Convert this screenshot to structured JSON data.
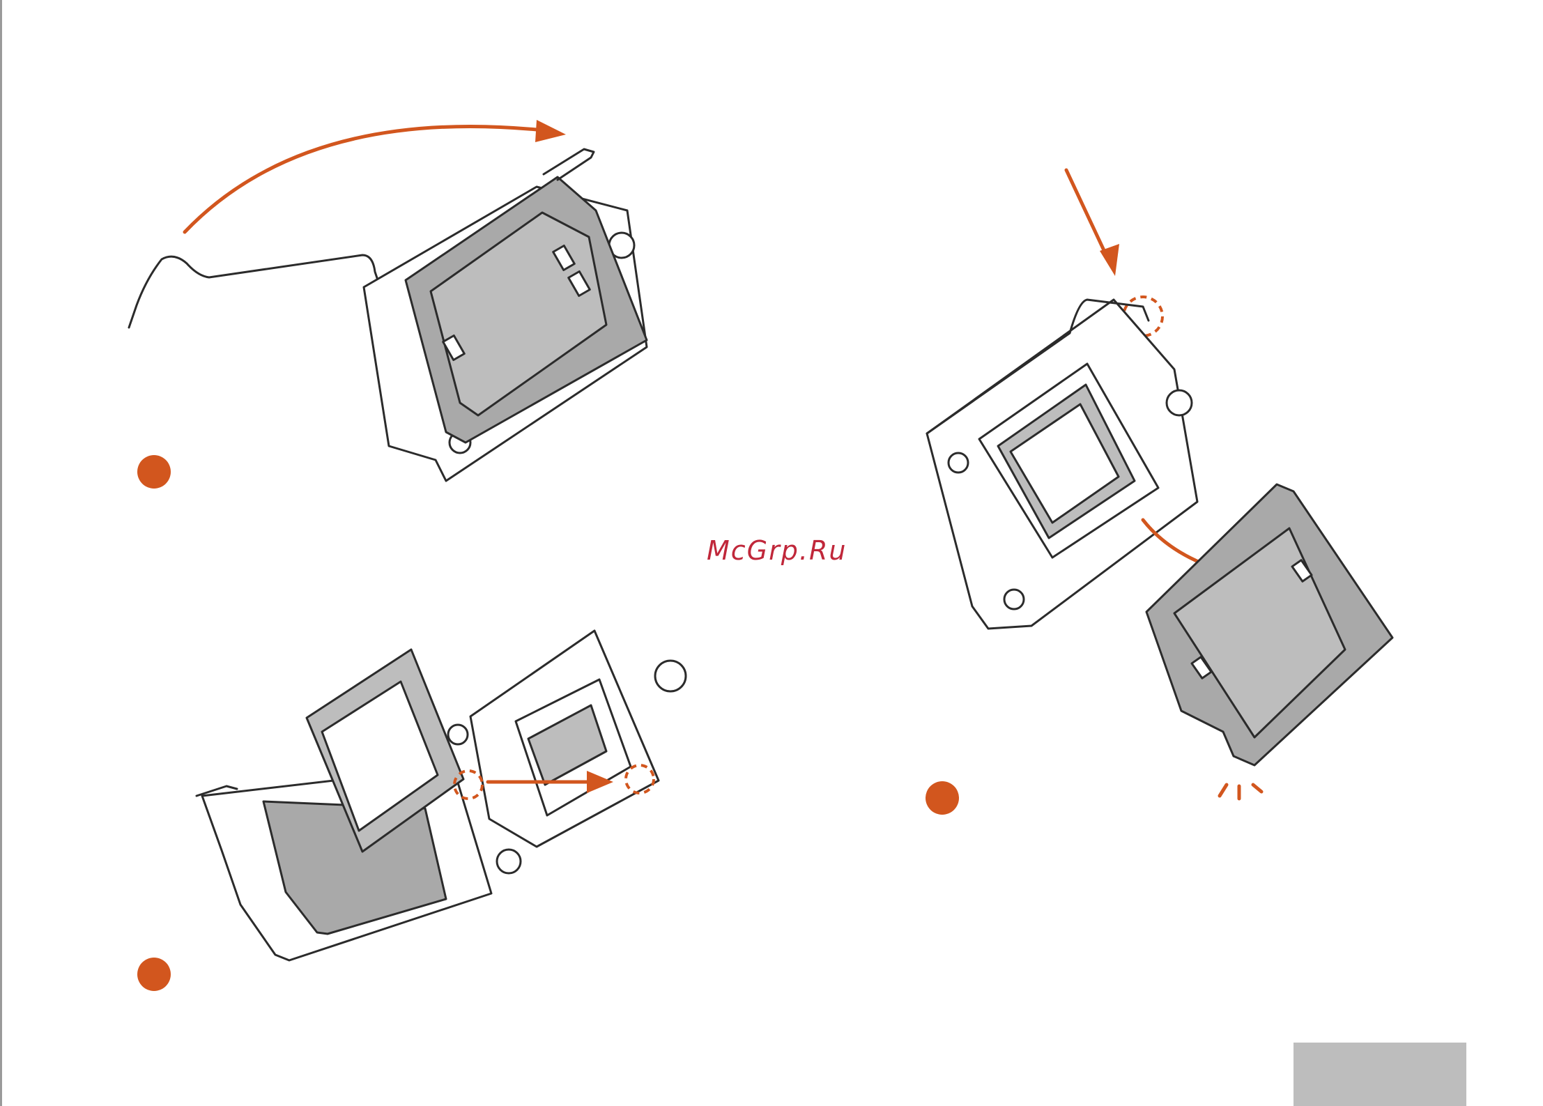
{
  "watermark": "McGrp.Ru",
  "colors": {
    "accent": "#d2561e",
    "gray_fill": "#a9a9a9",
    "page_tab": "#bdbdbd",
    "watermark": "#c0273a"
  },
  "steps": [
    {
      "id": "a",
      "illustration": "open-load-plate"
    },
    {
      "id": "b",
      "illustration": "insert-cpu-align-notch"
    },
    {
      "id": "c",
      "illustration": "close-lever-remove-pnp-cap"
    }
  ]
}
